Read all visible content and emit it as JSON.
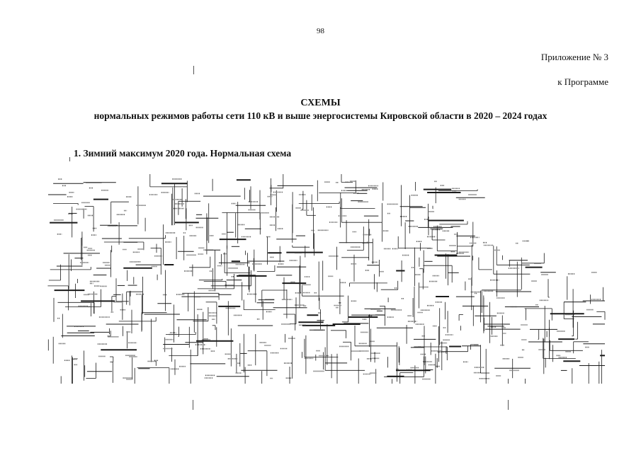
{
  "page_number": "98",
  "appendix": {
    "line1": "Приложение № 3",
    "line2": "к Программе"
  },
  "title": "СХЕМЫ",
  "subtitle": "нормальных режимов работы сети 110 кВ и выше энергосистемы Кировской области в 2020 – 2024 годах",
  "section_heading": "1. Зимний максимум 2020 года. Нормальная схема",
  "colors": {
    "text": "#111111",
    "diagram_ink": "#1a1a1a"
  }
}
